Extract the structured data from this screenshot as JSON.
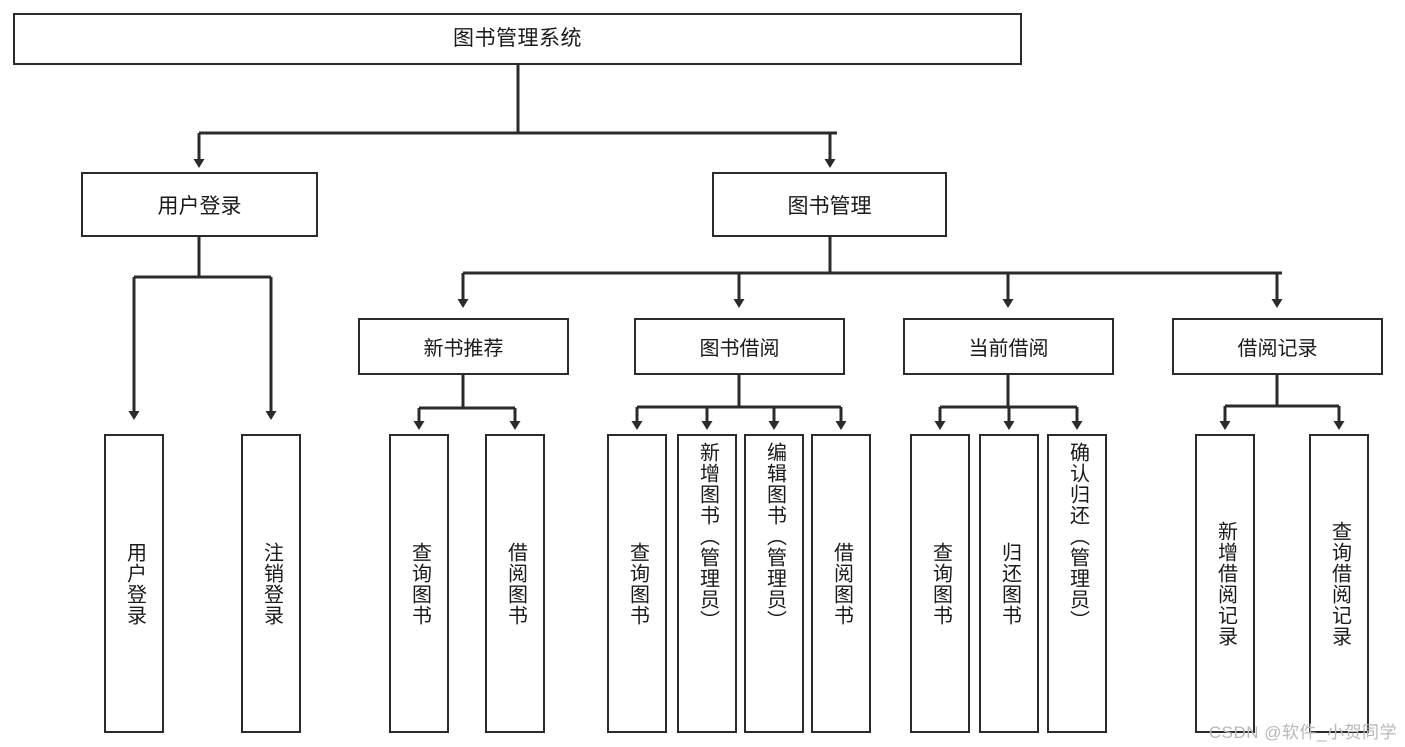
{
  "diagram": {
    "title": "图书管理系统",
    "root": {
      "label": "图书管理系统"
    },
    "level2": [
      {
        "label": "用户登录"
      },
      {
        "label": "图书管理"
      }
    ],
    "level3": [
      {
        "label": "新书推荐"
      },
      {
        "label": "图书借阅"
      },
      {
        "label": "当前借阅"
      },
      {
        "label": "借阅记录"
      }
    ],
    "leaves": [
      {
        "label": "用户登录",
        "parent": "用户登录"
      },
      {
        "label": "注销登录",
        "parent": "用户登录"
      },
      {
        "label": "查询图书",
        "parent": "新书推荐"
      },
      {
        "label": "借阅图书",
        "parent": "新书推荐"
      },
      {
        "label": "查询图书",
        "parent": "图书借阅"
      },
      {
        "label": "新增图书（管理员）",
        "parent": "图书借阅"
      },
      {
        "label": "编辑图书（管理员）",
        "parent": "图书借阅"
      },
      {
        "label": "借阅图书",
        "parent": "图书借阅"
      },
      {
        "label": "查询图书",
        "parent": "当前借阅"
      },
      {
        "label": "归还图书",
        "parent": "当前借阅"
      },
      {
        "label": "确认归还（管理员）",
        "parent": "当前借阅"
      },
      {
        "label": "新增借阅记录",
        "parent": "借阅记录"
      },
      {
        "label": "查询借阅记录",
        "parent": "借阅记录"
      }
    ]
  },
  "watermark": "CSDN @软件_小贺同学",
  "colors": {
    "stroke": "#2b2b2b",
    "background": "#ffffff",
    "text": "#1a1a1a",
    "watermark": "#b8b8b8"
  }
}
